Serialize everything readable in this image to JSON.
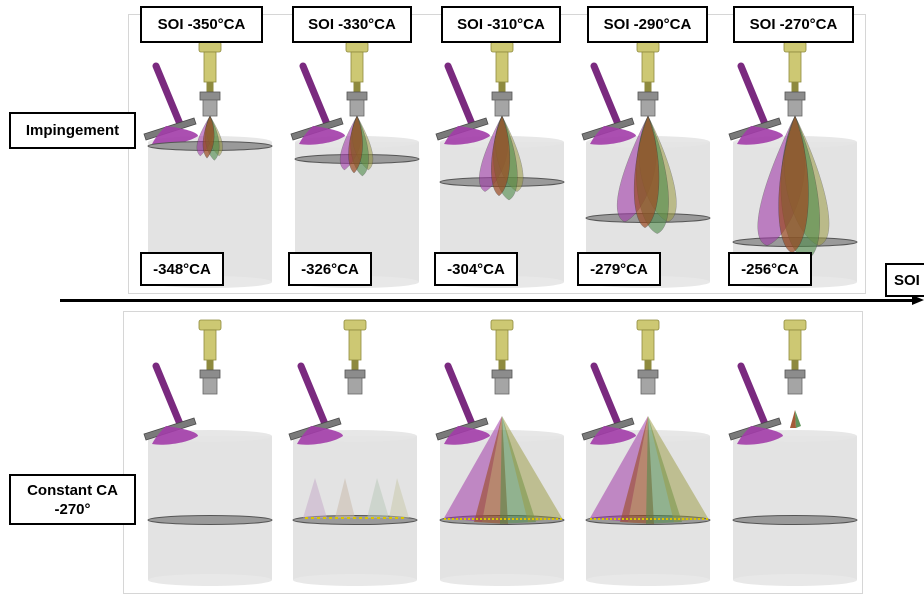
{
  "rows": {
    "top": {
      "label": "Impingement"
    },
    "bottom": {
      "label": "Constant CA -270°"
    }
  },
  "axis": {
    "label": "SOI"
  },
  "top_panels": [
    {
      "soi": "SOI -350°CA",
      "time": "-348°CA",
      "piston": 0.04,
      "spray": 0.17
    },
    {
      "soi": "SOI -330°CA",
      "time": "-326°CA",
      "piston": 0.17,
      "spray": 0.3
    },
    {
      "soi": "SOI -310°CA",
      "time": "-304°CA",
      "piston": 0.4,
      "spray": 0.5
    },
    {
      "soi": "SOI -290°CA",
      "time": "-279°CA",
      "piston": 0.76,
      "spray": 0.78
    },
    {
      "soi": "SOI -270°CA",
      "time": "-256°CA",
      "piston": 1.0,
      "spray": 1.0
    }
  ],
  "bottom_panels": [
    {
      "spray": "none"
    },
    {
      "spray": "faint"
    },
    {
      "spray": "full"
    },
    {
      "spray": "full"
    },
    {
      "spray": "tiny"
    }
  ],
  "colors": {
    "injector": "#cdc873",
    "injector_dark": "#8e8a3e",
    "valve": "#7a2a7f",
    "cylinder": "#dadada",
    "plume_purple": "#a23ca9",
    "plume_brown": "#9a4a22",
    "plume_green": "#4f8a4a",
    "plume_olive": "#9a9a40"
  }
}
